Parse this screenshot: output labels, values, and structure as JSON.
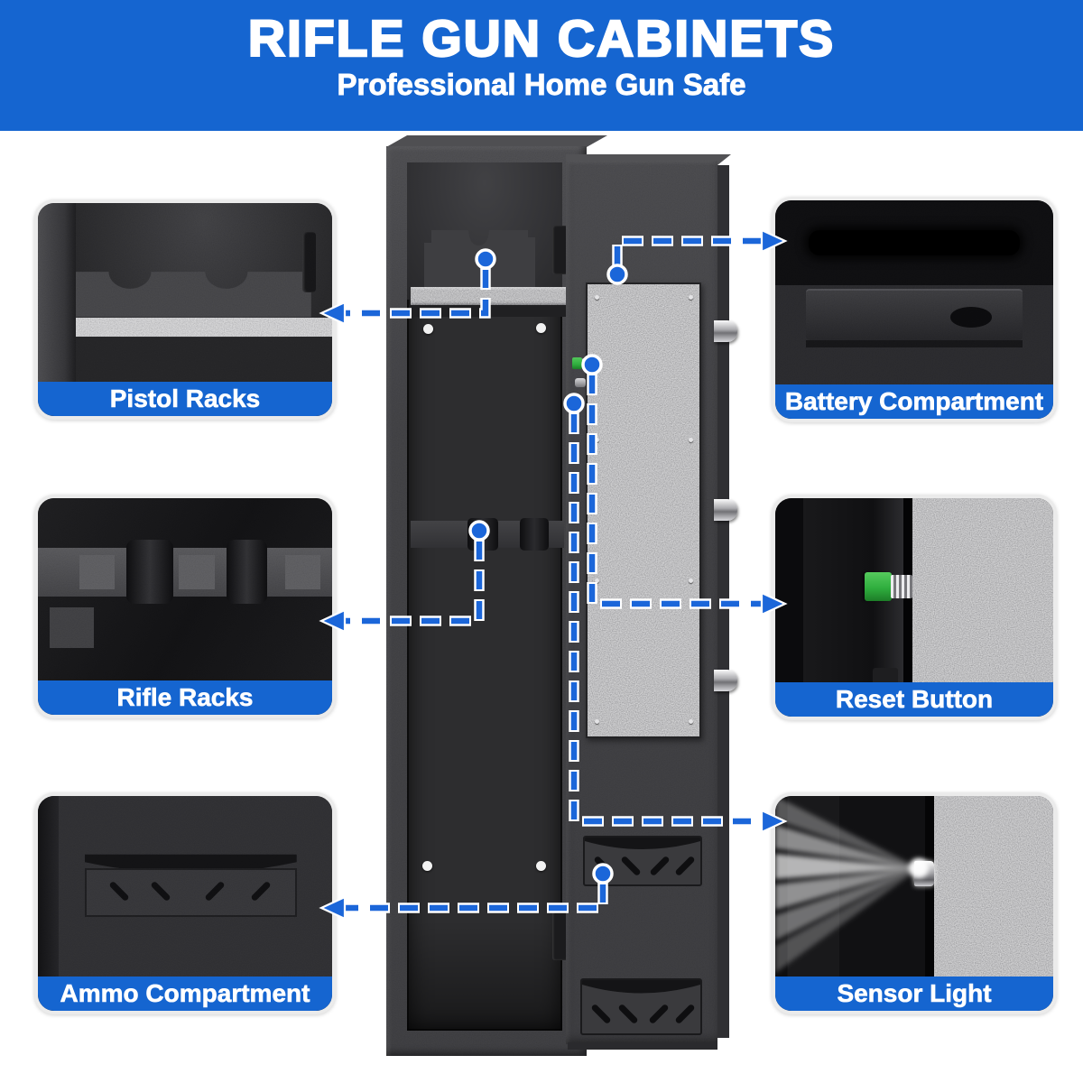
{
  "header": {
    "title": "RIFLE GUN CABINETS",
    "subtitle": "Professional Home Gun Safe"
  },
  "callouts": [
    {
      "id": "pistol-racks",
      "label": "Pistol Racks",
      "side": "left",
      "row": 1
    },
    {
      "id": "rifle-racks",
      "label": "Rifle Racks",
      "side": "left",
      "row": 2
    },
    {
      "id": "ammo-compartment",
      "label": "Ammo Compartment",
      "side": "left",
      "row": 3
    },
    {
      "id": "battery-compartment",
      "label": "Battery Compartment",
      "side": "right",
      "row": 1
    },
    {
      "id": "reset-button",
      "label": "Reset Button",
      "side": "right",
      "row": 2
    },
    {
      "id": "sensor-light",
      "label": "Sensor Light",
      "side": "right",
      "row": 3
    }
  ],
  "colors": {
    "banner_blue": "#1565d0",
    "connector_blue": "#1b66d9",
    "panel_border": "#ebebeb",
    "speckle_gray": "#939396",
    "reset_green": "#2fae3e"
  }
}
